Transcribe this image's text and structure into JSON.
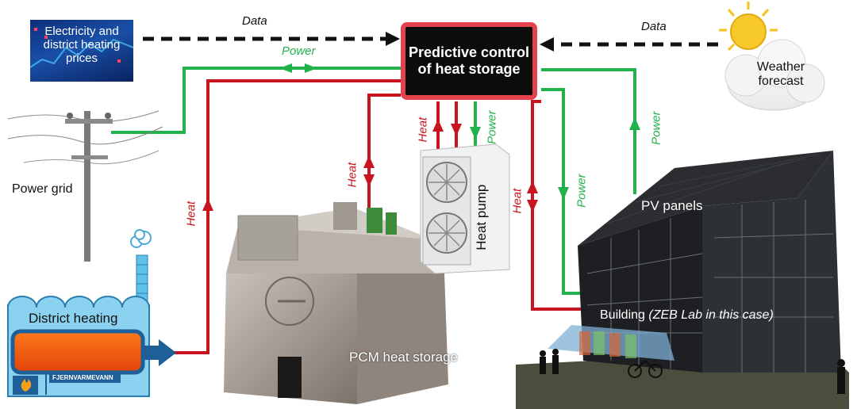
{
  "controller": {
    "line1": "Predictive control",
    "line2": "of heat storage"
  },
  "prices": {
    "line1": "Electricity and",
    "line2": "district heating",
    "line3": "prices"
  },
  "weather": {
    "line1": "Weather",
    "line2": "forecast"
  },
  "power_grid_label": "Power grid",
  "district_heating_label": "District heating",
  "fjernvarme_label": "FJERNVARMEVANN",
  "pcm_label": "PCM heat storage",
  "heat_pump_label": "Heat pump",
  "pv_label": "PV panels",
  "building_label_prefix": "Building ",
  "building_label_italic": "(ZEB Lab in this case)",
  "flows": {
    "data_left": "Data",
    "data_right": "Data",
    "power_top": "Power",
    "power_pump": "Power",
    "power_building": "Power",
    "power_pv": "Power",
    "heat_dh": "Heat",
    "heat_pcm": "Heat",
    "heat_pump_a": "Heat",
    "heat_building": "Heat"
  },
  "colors": {
    "heat": "#c8141e",
    "power": "#22b24c",
    "data": "#111111",
    "controller_border": "#e4424c"
  }
}
